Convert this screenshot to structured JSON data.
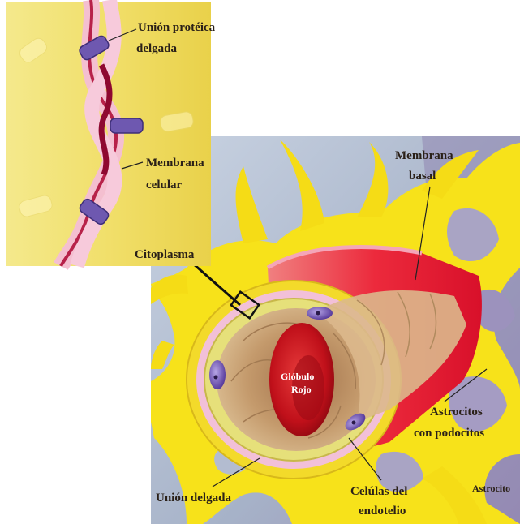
{
  "inset": {
    "labels": {
      "tight_junction": [
        "Unión protéica",
        "delgada"
      ],
      "cell_membrane": [
        "Membrana",
        "celular"
      ],
      "cytoplasm": "Citoplasma"
    }
  },
  "main": {
    "labels": {
      "basal_membrane": [
        "Membrana",
        "basal"
      ],
      "red_blood_cell": [
        "Glóbulo",
        "Rojo"
      ],
      "astrocytes_podocytes": [
        "Astrocitos",
        "con podocitos"
      ],
      "thin_junction": "Unión delgada",
      "endothelium_cells": [
        "Celúlas del",
        "endotelio"
      ],
      "astrocyte": "Astrocito"
    }
  },
  "colors": {
    "inset_background": "#f2e27a",
    "tissue_background": "#a9b7cc",
    "astrocyte_yellow": "#f7e21a",
    "basal_membrane": "#e8203a",
    "endothelium_tan": "#caa47a",
    "red_cell": "#c4101a",
    "pink_membrane": "#f2c0d8",
    "junction_purple": "#6e58b0"
  }
}
